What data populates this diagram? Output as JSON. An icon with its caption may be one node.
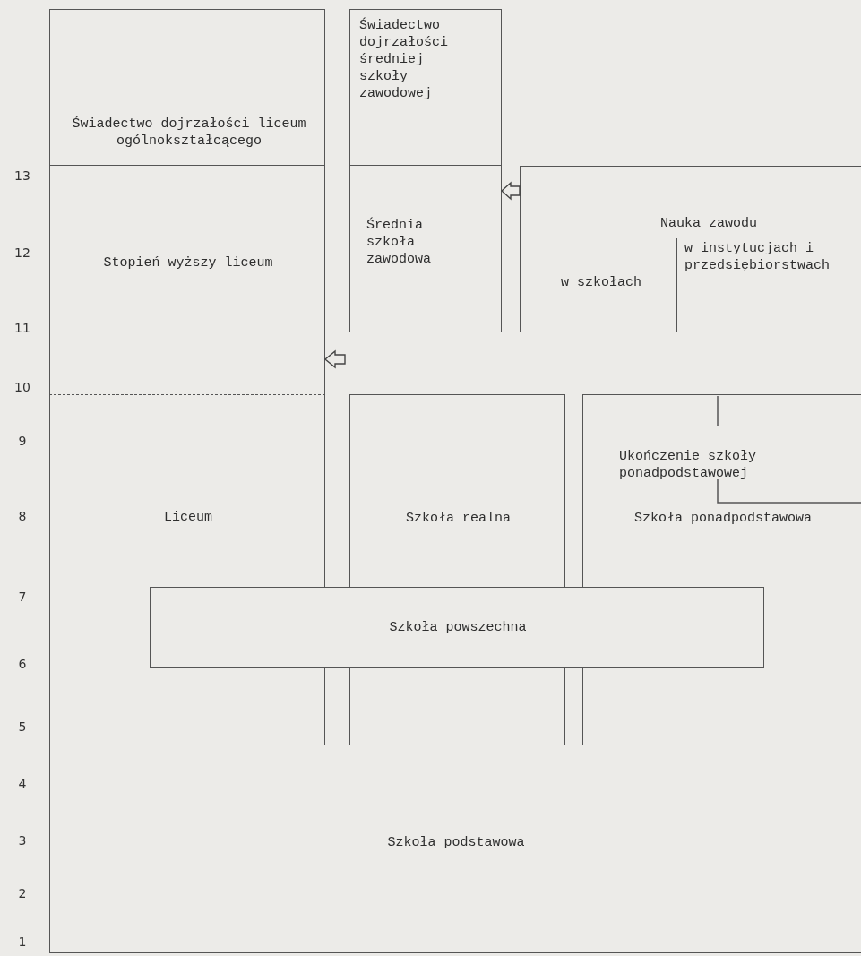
{
  "diagram": {
    "nodes": [
      {
        "text": [
          "Świadectwo dojrzałości liceum ogólnokształcącego"
        ]
      },
      {
        "text": [
          "Świadectwo dojrzałości średniej szkoły zawodowej"
        ]
      },
      {
        "text": [
          "Stopień wyższy liceum"
        ]
      },
      {
        "text": [
          "Średnia szkoła zawodowa"
        ]
      },
      {
        "text": [
          "Nauka zawodu"
        ]
      },
      {
        "text": [
          "w szkołach"
        ],
        "in": 4
      },
      {
        "text": [
          "w instytucjach i przedsiębiorstwach"
        ],
        "in": 4
      },
      {
        "text": [
          "Liceum"
        ]
      },
      {
        "text": [
          "Szkoła realna"
        ]
      },
      {
        "text": [
          "Szkoła ponadpodstawowa"
        ]
      },
      {
        "text": [
          "Ukończenie szkoły ponadpodstawowej"
        ],
        "in": 9
      },
      {
        "text": [
          "Szkoła powszechna"
        ]
      },
      {
        "text": [
          "Szkoła podstawowa"
        ]
      }
    ],
    "edges": [
      {
        "from": 4,
        "to": 3,
        "arrow": "to"
      },
      {
        "from": null,
        "to": 2,
        "arrow": "to"
      }
    ],
    "labels": [
      "13",
      "12",
      "11",
      "10",
      "9",
      "8",
      "7",
      "6",
      "5",
      "4",
      "3",
      "2",
      "1"
    ]
  }
}
